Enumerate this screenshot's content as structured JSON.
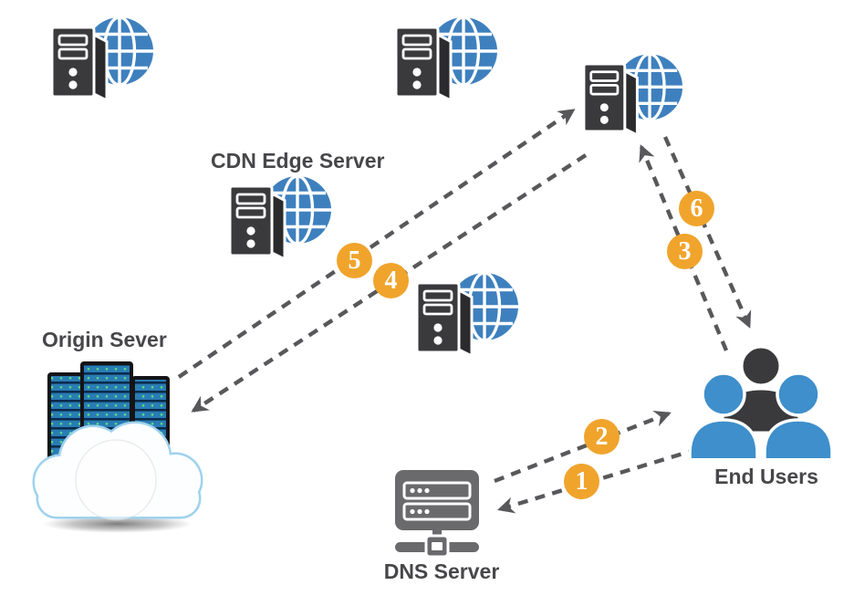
{
  "diagram": {
    "labels": {
      "cdn_edge_server": "CDN Edge Server",
      "origin_server": "Origin Sever",
      "dns_server": "DNS Server",
      "end_users": "End Users"
    },
    "steps": [
      "1",
      "2",
      "3",
      "4",
      "5",
      "6"
    ],
    "icons": {
      "cdn_node": "server-globe-icon",
      "dns": "dns-server-icon",
      "users": "end-users-icon",
      "origin": "origin-cloud-rack-icon"
    },
    "colors": {
      "step_badge_orange": "#F0A42C",
      "globe_blue": "#3E80BE",
      "user_blue": "#3E8FCB",
      "server_dark": "#3A3A3C",
      "dns_gray": "#6A6A6C",
      "arrow_gray": "#58585B",
      "label_gray": "#47474A"
    }
  }
}
